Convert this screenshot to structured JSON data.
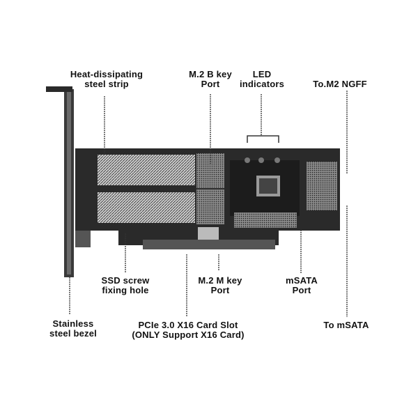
{
  "labels": {
    "heat_strip": [
      "Heat-dissipating",
      "steel strip"
    ],
    "m2_b_key": [
      "M.2 B key",
      "Port"
    ],
    "led": [
      "LED",
      "indicators"
    ],
    "to_m2_ngff": [
      "To.M2 NGFF"
    ],
    "ssd_screw": [
      "SSD screw",
      "fixing hole"
    ],
    "m2_m_key": [
      "M.2 M key",
      "Port"
    ],
    "msata_port": [
      "mSATA",
      "Port"
    ],
    "stainless_bezel": [
      "Stainless",
      "steel bezel"
    ],
    "pcie_slot": [
      "PCIe 3.0 X16 Card Slot",
      "(ONLY Support X16 Card)"
    ],
    "to_msata": [
      "To mSATA"
    ]
  },
  "colors": {
    "board": "#2a2a2a",
    "lines": "#333333",
    "text": "#111111"
  }
}
